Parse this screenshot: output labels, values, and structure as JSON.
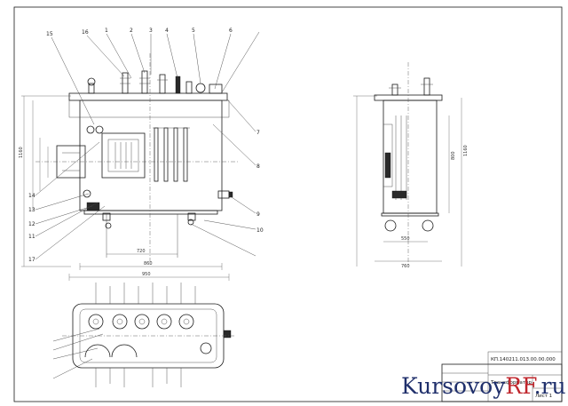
{
  "drawing": {
    "position_labels": {
      "top": [
        "15",
        "16",
        "1",
        "2",
        "3",
        "4",
        "5",
        "6"
      ],
      "right": [
        "7",
        "8",
        "9",
        "10"
      ],
      "left": [
        "14",
        "13",
        "12",
        "11",
        "17"
      ]
    },
    "dimensions": {
      "front_height": "1160",
      "front_width": "950",
      "front_width_inner": "860",
      "front_span": "720",
      "side_height": "1160",
      "side_body": "800",
      "side_width": "760",
      "side_base": "550"
    },
    "title_block": {
      "doc_code": "КП.140211.013.00.00.000",
      "name_line": "Трансформатор",
      "sheet_label": "Лист 1"
    }
  },
  "watermark": {
    "prefix": "Kursovoy",
    "accent": "RF",
    "suffix": ".ru"
  }
}
